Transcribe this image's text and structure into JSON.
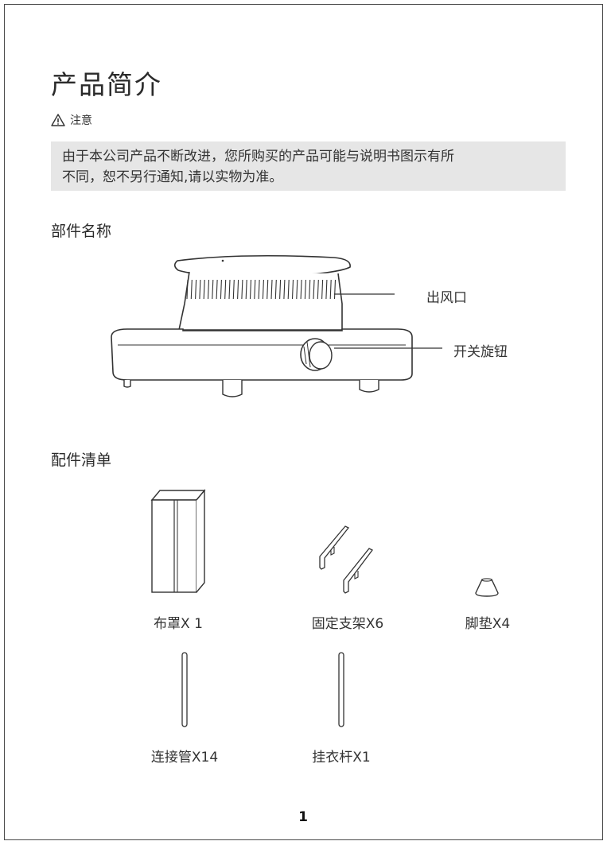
{
  "header": {
    "title": "产品简介"
  },
  "notice": {
    "label": "注意",
    "line1": "由于本公司产品不断改进，您所购买的产品可能与说明书图示有所",
    "line2": "不同，恕不另行通知,请以实物为准。"
  },
  "parts": {
    "heading": "部件名称",
    "callouts": {
      "outlet": "出风口",
      "knob": "开关旋钮"
    }
  },
  "accessories": {
    "heading": "配件清单",
    "items": [
      {
        "label": "布罩X 1"
      },
      {
        "label": "固定支架X6"
      },
      {
        "label": "脚垫X4"
      },
      {
        "label": "连接管X14"
      },
      {
        "label": "挂衣杆X1"
      }
    ]
  },
  "footer": {
    "page_number": "1"
  }
}
